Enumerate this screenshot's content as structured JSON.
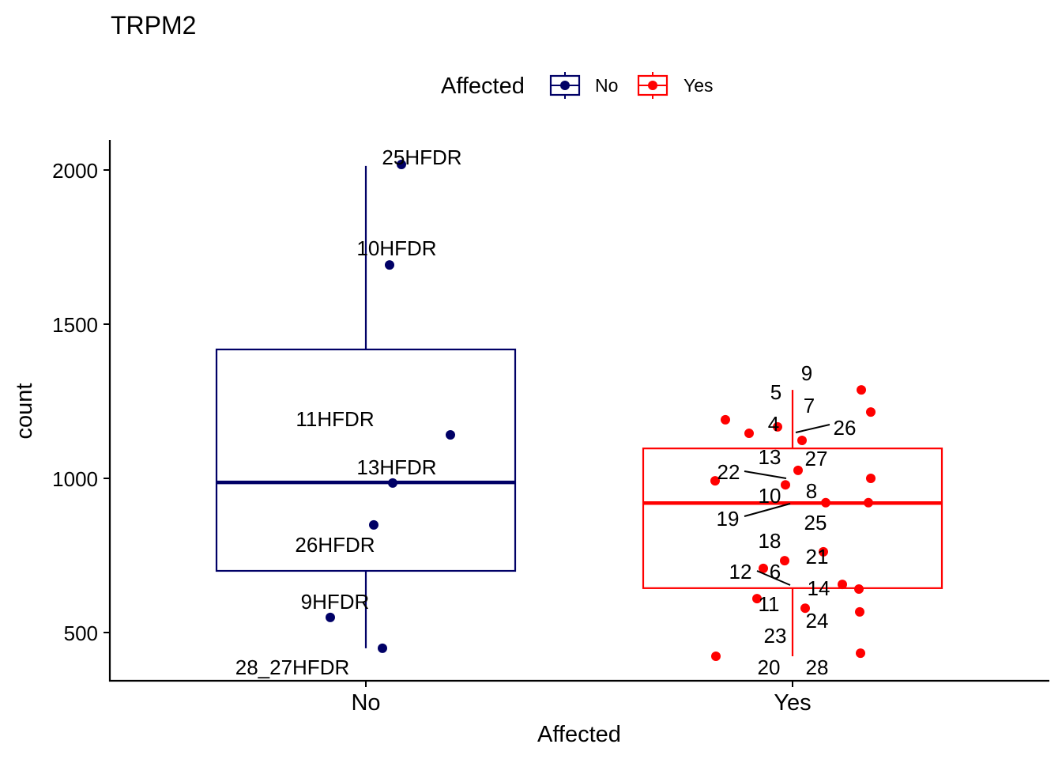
{
  "chart_data": {
    "type": "box",
    "title": "TRPM2",
    "xlabel": "Affected",
    "ylabel": "count",
    "categories": [
      "No",
      "Yes"
    ],
    "ylim": [
      340,
      2100
    ],
    "yticks": [
      500,
      1000,
      1500,
      2000
    ],
    "grid": false,
    "legend": {
      "title": "Affected",
      "position": "top",
      "entries": [
        "No",
        "Yes"
      ]
    },
    "colors": {
      "No": "#000066",
      "Yes": "#ff0000"
    },
    "boxes": [
      {
        "category": "No",
        "whisker_low": 449,
        "q1": 700,
        "median": 987,
        "q3": 1418,
        "whisker_high": 2013
      },
      {
        "category": "Yes",
        "whisker_low": 423,
        "q1": 644,
        "median": 920,
        "q3": 1097,
        "whisker_high": 1287
      }
    ],
    "points": {
      "No": {
        "values": [
          2018,
          1692,
          1141,
          985,
          849,
          549,
          449
        ],
        "labels": [
          "25HFDR",
          "10HFDR",
          "11HFDR",
          "13HFDR",
          "26HFDR",
          "9HFDR",
          "28_27HFDR"
        ]
      },
      "Yes": {
        "values": [
          1287,
          1215,
          1190,
          1146,
          1167,
          1123,
          1026,
          992,
          979,
          1000,
          921,
          921,
          762,
          733,
          708,
          656,
          641,
          610,
          579,
          567,
          433,
          423
        ],
        "labels": [
          "9",
          "5",
          "7",
          "4",
          "26",
          "13",
          "27",
          "22",
          "8",
          "10",
          "19",
          "25",
          "18",
          "21",
          "12",
          "6",
          "14",
          "11",
          "24",
          "23",
          "20",
          "28"
        ]
      }
    }
  }
}
